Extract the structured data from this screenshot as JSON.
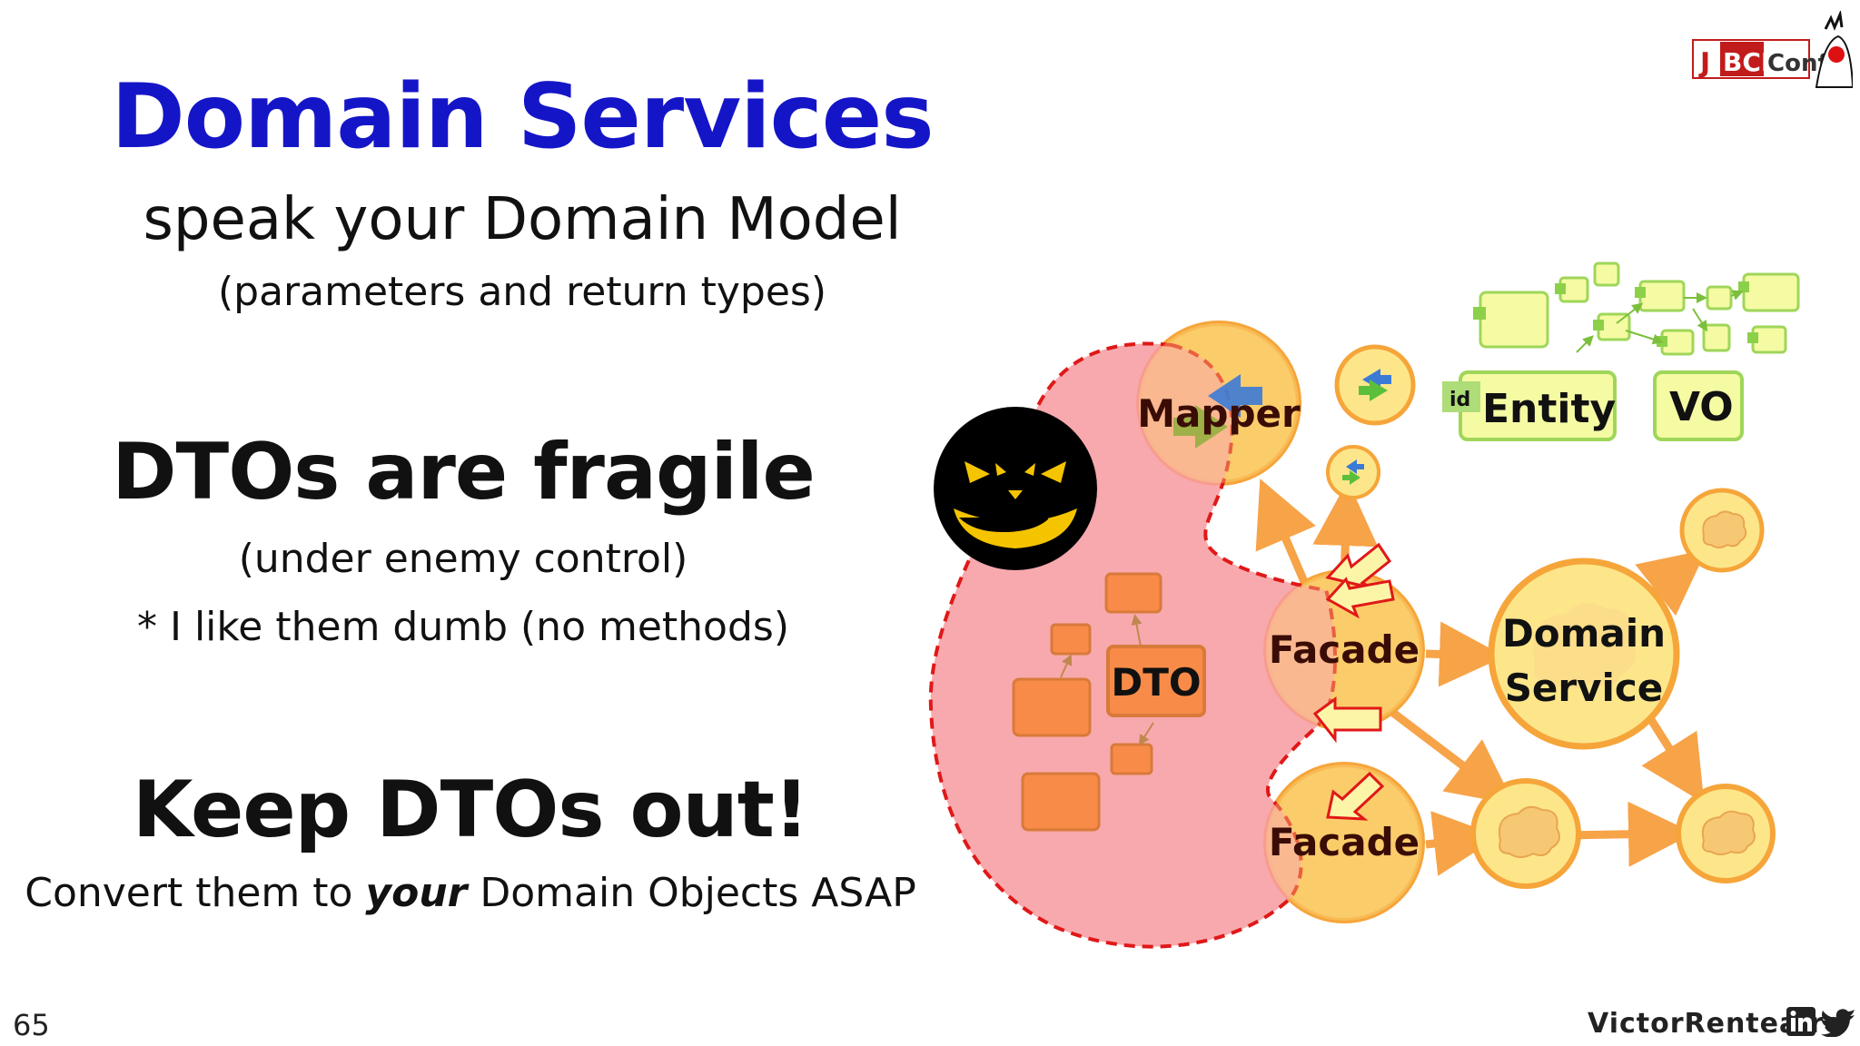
{
  "slide": {
    "title": "Domain Services",
    "subtitle": "speak your Domain Model",
    "subtitle_note": "(parameters and return types)",
    "fragile_heading": "DTOs are fragile",
    "fragile_note": "(under enemy control)",
    "dumb_note": "* I like them dumb (no methods)",
    "keep_heading": "Keep DTOs out!",
    "convert_pre": "Convert them to ",
    "convert_em": "your",
    "convert_post": " Domain Objects ASAP",
    "page_number": "65",
    "website": "VictorRentea.ro"
  },
  "logo": {
    "j": "J",
    "bcn": "BCN",
    "conf": "Conf"
  },
  "diagram": {
    "mapper_label": "Mapper",
    "facade_label": "Facade",
    "facade_bottom_label": "Facade",
    "dto_label": "DTO",
    "domain_service_line1": "Domain",
    "domain_service_line2": "Service",
    "entity_label": "Entity",
    "id_badge": "id",
    "vo_label": "VO"
  },
  "colors": {
    "title": "#1515c8",
    "danger_zone": "#f79a9f",
    "danger_border": "#e01818",
    "circle_fill": "#fde68a",
    "circle_border": "#f6a53a",
    "arrow": "#f7a348",
    "dto_box": "#f98b48",
    "green_box": "#f5fba3",
    "green_border": "#9fd65a"
  },
  "icons": [
    "evil-face-icon",
    "brain-icon",
    "linkedin-icon",
    "twitter-icon",
    "duke-mascot-icon",
    "blue-green-arrows-icon"
  ]
}
